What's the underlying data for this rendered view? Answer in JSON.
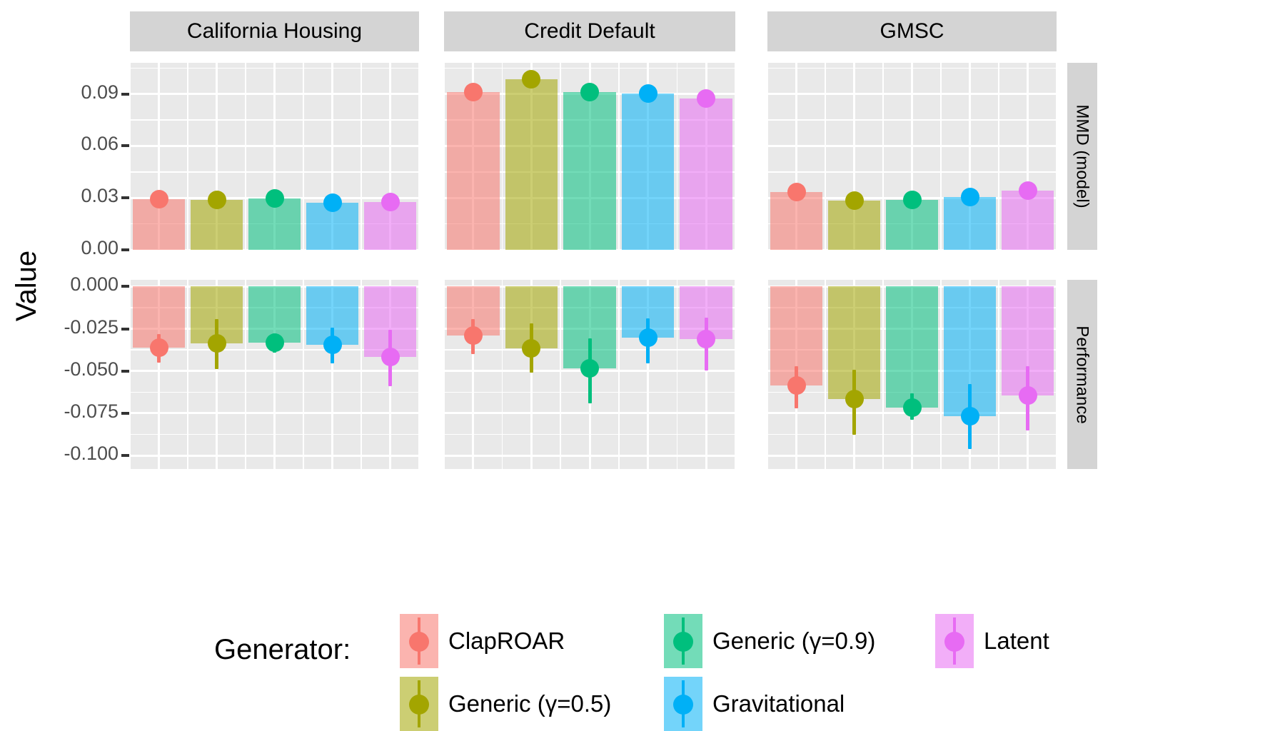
{
  "chart_data": {
    "type": "bar",
    "title": "",
    "ylabel": "Value",
    "xlabel": "",
    "legend_title": "Generator:",
    "legend_position": "bottom",
    "grid": true,
    "facet_columns": [
      "California Housing",
      "Credit Default",
      "GMSC"
    ],
    "facet_rows": [
      "MMD (model)",
      "Performance"
    ],
    "categories": [
      "ClapROAR",
      "Generic (γ=0.5)",
      "Generic (γ=0.9)",
      "Gravitational",
      "Latent"
    ],
    "colors": {
      "ClapROAR": "#F8766D",
      "Generic (γ=0.5)": "#A3A500",
      "Generic (γ=0.9)": "#00BF7D",
      "Gravitational": "#00B0F6",
      "Latent": "#E76BF3"
    },
    "bar_alpha": 0.55,
    "panels": [
      {
        "row": "MMD (model)",
        "col": "California Housing",
        "ylim": [
          0.0,
          0.108
        ],
        "yticks": [
          0.0,
          0.03,
          0.06,
          0.09
        ],
        "ytick_labels": [
          "0.00",
          "0.03",
          "0.06",
          "0.09"
        ],
        "values": [
          0.0292,
          0.0288,
          0.0296,
          0.0272,
          0.0275
        ],
        "err_low": [
          0.0288,
          0.0284,
          0.0292,
          0.0268,
          0.0271
        ],
        "err_high": [
          0.0297,
          0.0293,
          0.0301,
          0.0277,
          0.028
        ]
      },
      {
        "row": "MMD (model)",
        "col": "Credit Default",
        "ylim": [
          0.0,
          0.108
        ],
        "yticks": [
          0.0,
          0.03,
          0.06,
          0.09
        ],
        "ytick_labels": [
          "0.00",
          "0.03",
          "0.06",
          "0.09"
        ],
        "values": [
          0.0913,
          0.0985,
          0.0912,
          0.0901,
          0.0873
        ],
        "err_low": [
          0.0905,
          0.0955,
          0.089,
          0.088,
          0.086
        ],
        "err_high": [
          0.0922,
          0.1012,
          0.0934,
          0.0922,
          0.0888
        ]
      },
      {
        "row": "MMD (model)",
        "col": "GMSC",
        "ylim": [
          0.0,
          0.108
        ],
        "yticks": [
          0.0,
          0.03,
          0.06,
          0.09
        ],
        "ytick_labels": [
          "0.00",
          "0.03",
          "0.06",
          "0.09"
        ],
        "values": [
          0.0335,
          0.0285,
          0.029,
          0.0303,
          0.0343
        ],
        "err_low": [
          0.0328,
          0.028,
          0.0285,
          0.0296,
          0.0336
        ],
        "err_high": [
          0.0342,
          0.0291,
          0.0296,
          0.0311,
          0.035
        ]
      },
      {
        "row": "Performance",
        "col": "California Housing",
        "ylim": [
          -0.108,
          0.004
        ],
        "yticks": [
          0.0,
          -0.025,
          -0.05,
          -0.075,
          -0.1
        ],
        "ytick_labels": [
          "0.000",
          "-0.025",
          "-0.050",
          "-0.075",
          "-0.100"
        ],
        "values": [
          -0.0363,
          -0.0337,
          -0.0333,
          -0.0345,
          -0.0415
        ],
        "err_low": [
          -0.0452,
          -0.0487,
          -0.039,
          -0.0455,
          -0.0588
        ],
        "err_high": [
          -0.0283,
          -0.0192,
          -0.0277,
          -0.0243,
          -0.0256
        ]
      },
      {
        "row": "Performance",
        "col": "Credit Default",
        "ylim": [
          -0.108,
          0.004
        ],
        "yticks": [
          0.0,
          -0.025,
          -0.05,
          -0.075,
          -0.1
        ],
        "ytick_labels": [
          "0.000",
          "-0.025",
          "-0.050",
          "-0.075",
          "-0.100"
        ],
        "values": [
          -0.0288,
          -0.0364,
          -0.0486,
          -0.0304,
          -0.031
        ],
        "err_low": [
          -0.04,
          -0.0508,
          -0.069,
          -0.0455,
          -0.0497
        ],
        "err_high": [
          -0.0192,
          -0.0216,
          -0.0307,
          -0.0189,
          -0.0184
        ]
      },
      {
        "row": "Performance",
        "col": "GMSC",
        "ylim": [
          -0.108,
          0.004
        ],
        "yticks": [
          0.0,
          -0.025,
          -0.05,
          -0.075,
          -0.1
        ],
        "ytick_labels": [
          "0.000",
          "-0.025",
          "-0.050",
          "-0.075",
          "-0.100"
        ],
        "values": [
          -0.0585,
          -0.0665,
          -0.0715,
          -0.0768,
          -0.0645
        ],
        "err_low": [
          -0.0722,
          -0.0877,
          -0.079,
          -0.096,
          -0.085
        ],
        "err_high": [
          -0.047,
          -0.0492,
          -0.063,
          -0.0575,
          -0.0472
        ]
      }
    ]
  },
  "axis": {
    "y_title": "Value",
    "mmd_tick_labels": [
      "0.09",
      "0.06",
      "0.03",
      "0.00"
    ],
    "perf_tick_labels": [
      "0.000",
      "-0.025",
      "-0.050",
      "-0.075",
      "-0.100"
    ]
  },
  "strips": {
    "top": [
      "California Housing",
      "Credit Default",
      "GMSC"
    ],
    "right": [
      "MMD (model)",
      "Performance"
    ]
  },
  "legend": {
    "title": "Generator:",
    "items": [
      {
        "label": "ClapROAR",
        "color": "#F8766D"
      },
      {
        "label": "Generic (γ=0.5)",
        "color": "#A3A500"
      },
      {
        "label": "Generic (γ=0.9)",
        "color": "#00BF7D"
      },
      {
        "label": "Gravitational",
        "color": "#00B0F6"
      },
      {
        "label": "Latent",
        "color": "#E76BF3"
      }
    ]
  }
}
